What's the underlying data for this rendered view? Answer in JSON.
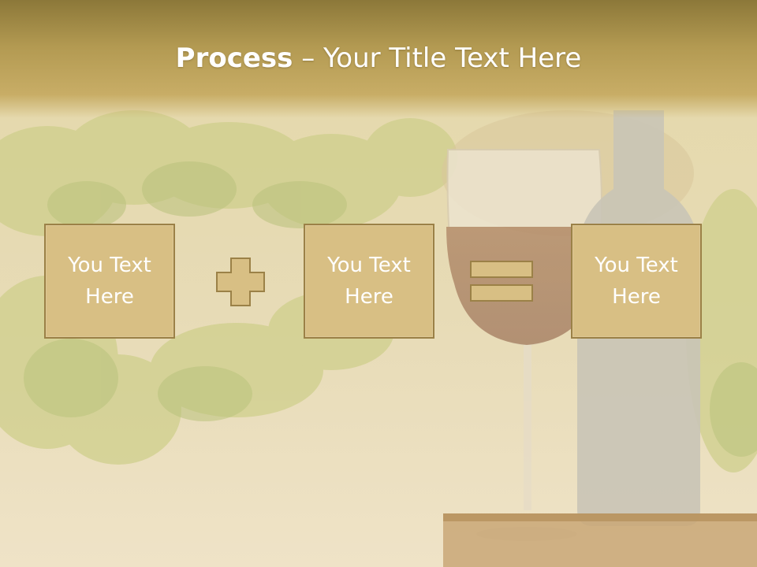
{
  "title": {
    "bold": "Process",
    "separator": " – ",
    "rest": "Your Title Text Here"
  },
  "boxes": [
    {
      "line1": "You Text",
      "line2": "Here"
    },
    {
      "line1": "You Text",
      "line2": "Here"
    },
    {
      "line1": "You Text",
      "line2": "Here"
    }
  ],
  "colors": {
    "title_band": "#b39a52",
    "box_fill": "#d8bf84",
    "box_border": "#9b8147",
    "text": "#ffffff"
  },
  "icons": [
    "plus-icon",
    "equals-icon"
  ]
}
